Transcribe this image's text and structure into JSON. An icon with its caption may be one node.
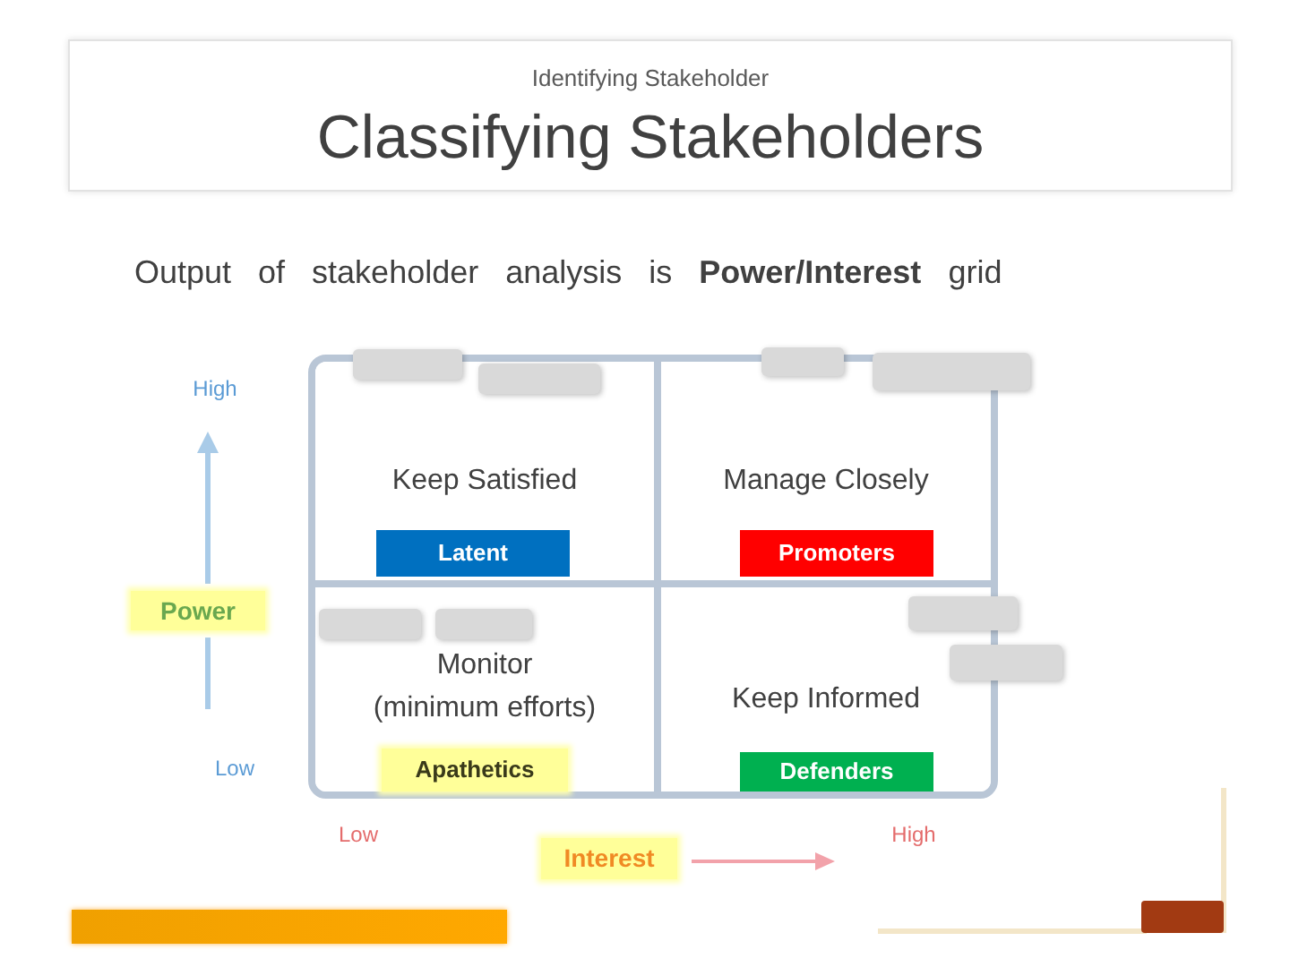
{
  "diagram": {
    "title": "Classifying Stakeholders",
    "nodes": [
      {
        "text": [
          "Keep Satisfied"
        ]
      },
      {
        "text": [
          "Latent"
        ],
        "in": 0
      },
      {
        "text": [
          "Manage Closely"
        ]
      },
      {
        "text": [
          "Promoters"
        ],
        "in": 2
      },
      {
        "text": [
          "Monitor",
          "(minimum efforts)"
        ]
      },
      {
        "text": [
          "Apathetics"
        ],
        "in": 4
      },
      {
        "text": [
          "Keep Informed"
        ]
      },
      {
        "text": [
          "Defenders"
        ],
        "in": 6
      },
      {
        "text": [],
        "shape": "box"
      },
      {
        "text": [],
        "shape": "box",
        "in": 0
      },
      {
        "text": [],
        "shape": "box"
      },
      {
        "text": [],
        "shape": "box"
      },
      {
        "text": [],
        "shape": "box",
        "in": 4
      },
      {
        "text": [],
        "shape": "box",
        "in": 4
      },
      {
        "text": [],
        "shape": "box"
      },
      {
        "text": [],
        "shape": "box"
      }
    ],
    "labels": [
      "Identifying Stakeholder",
      "Output of stakeholder analysis is **Power/Interest** grid",
      "High",
      "Power",
      "Low",
      "Low",
      "Interest",
      "High"
    ]
  }
}
